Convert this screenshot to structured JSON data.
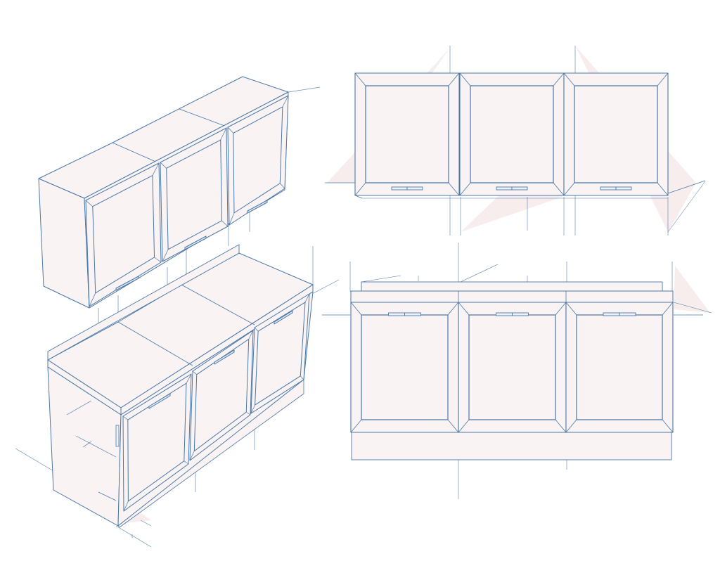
{
  "drawing": {
    "subject": "kitchen-cabinet-set",
    "views": [
      "isometric",
      "front-upper",
      "front-lower"
    ],
    "colors": {
      "stroke": "#4a78a8",
      "fill": "#f9f3f3",
      "shadow": "#f6e8e8",
      "background": "#ffffff"
    }
  }
}
